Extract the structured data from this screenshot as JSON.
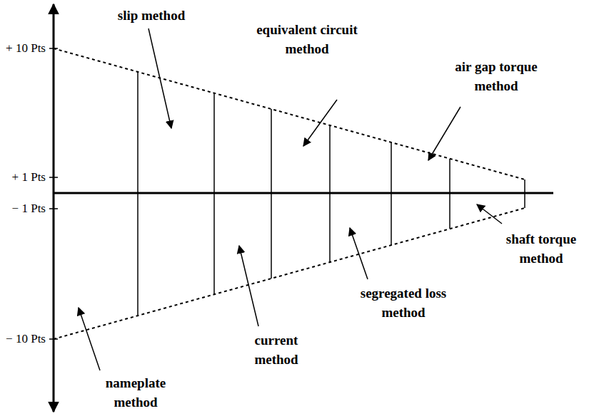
{
  "diagram": {
    "labels": [
      "+ 10 Pts",
      "+ 1 Pts",
      "− 1 Pts",
      "− 10 Pts",
      "slip method",
      "equivalent circuit method",
      "air gap torque method",
      "current method",
      "segregated loss method",
      "shaft torque method",
      "nameplate method"
    ]
  }
}
